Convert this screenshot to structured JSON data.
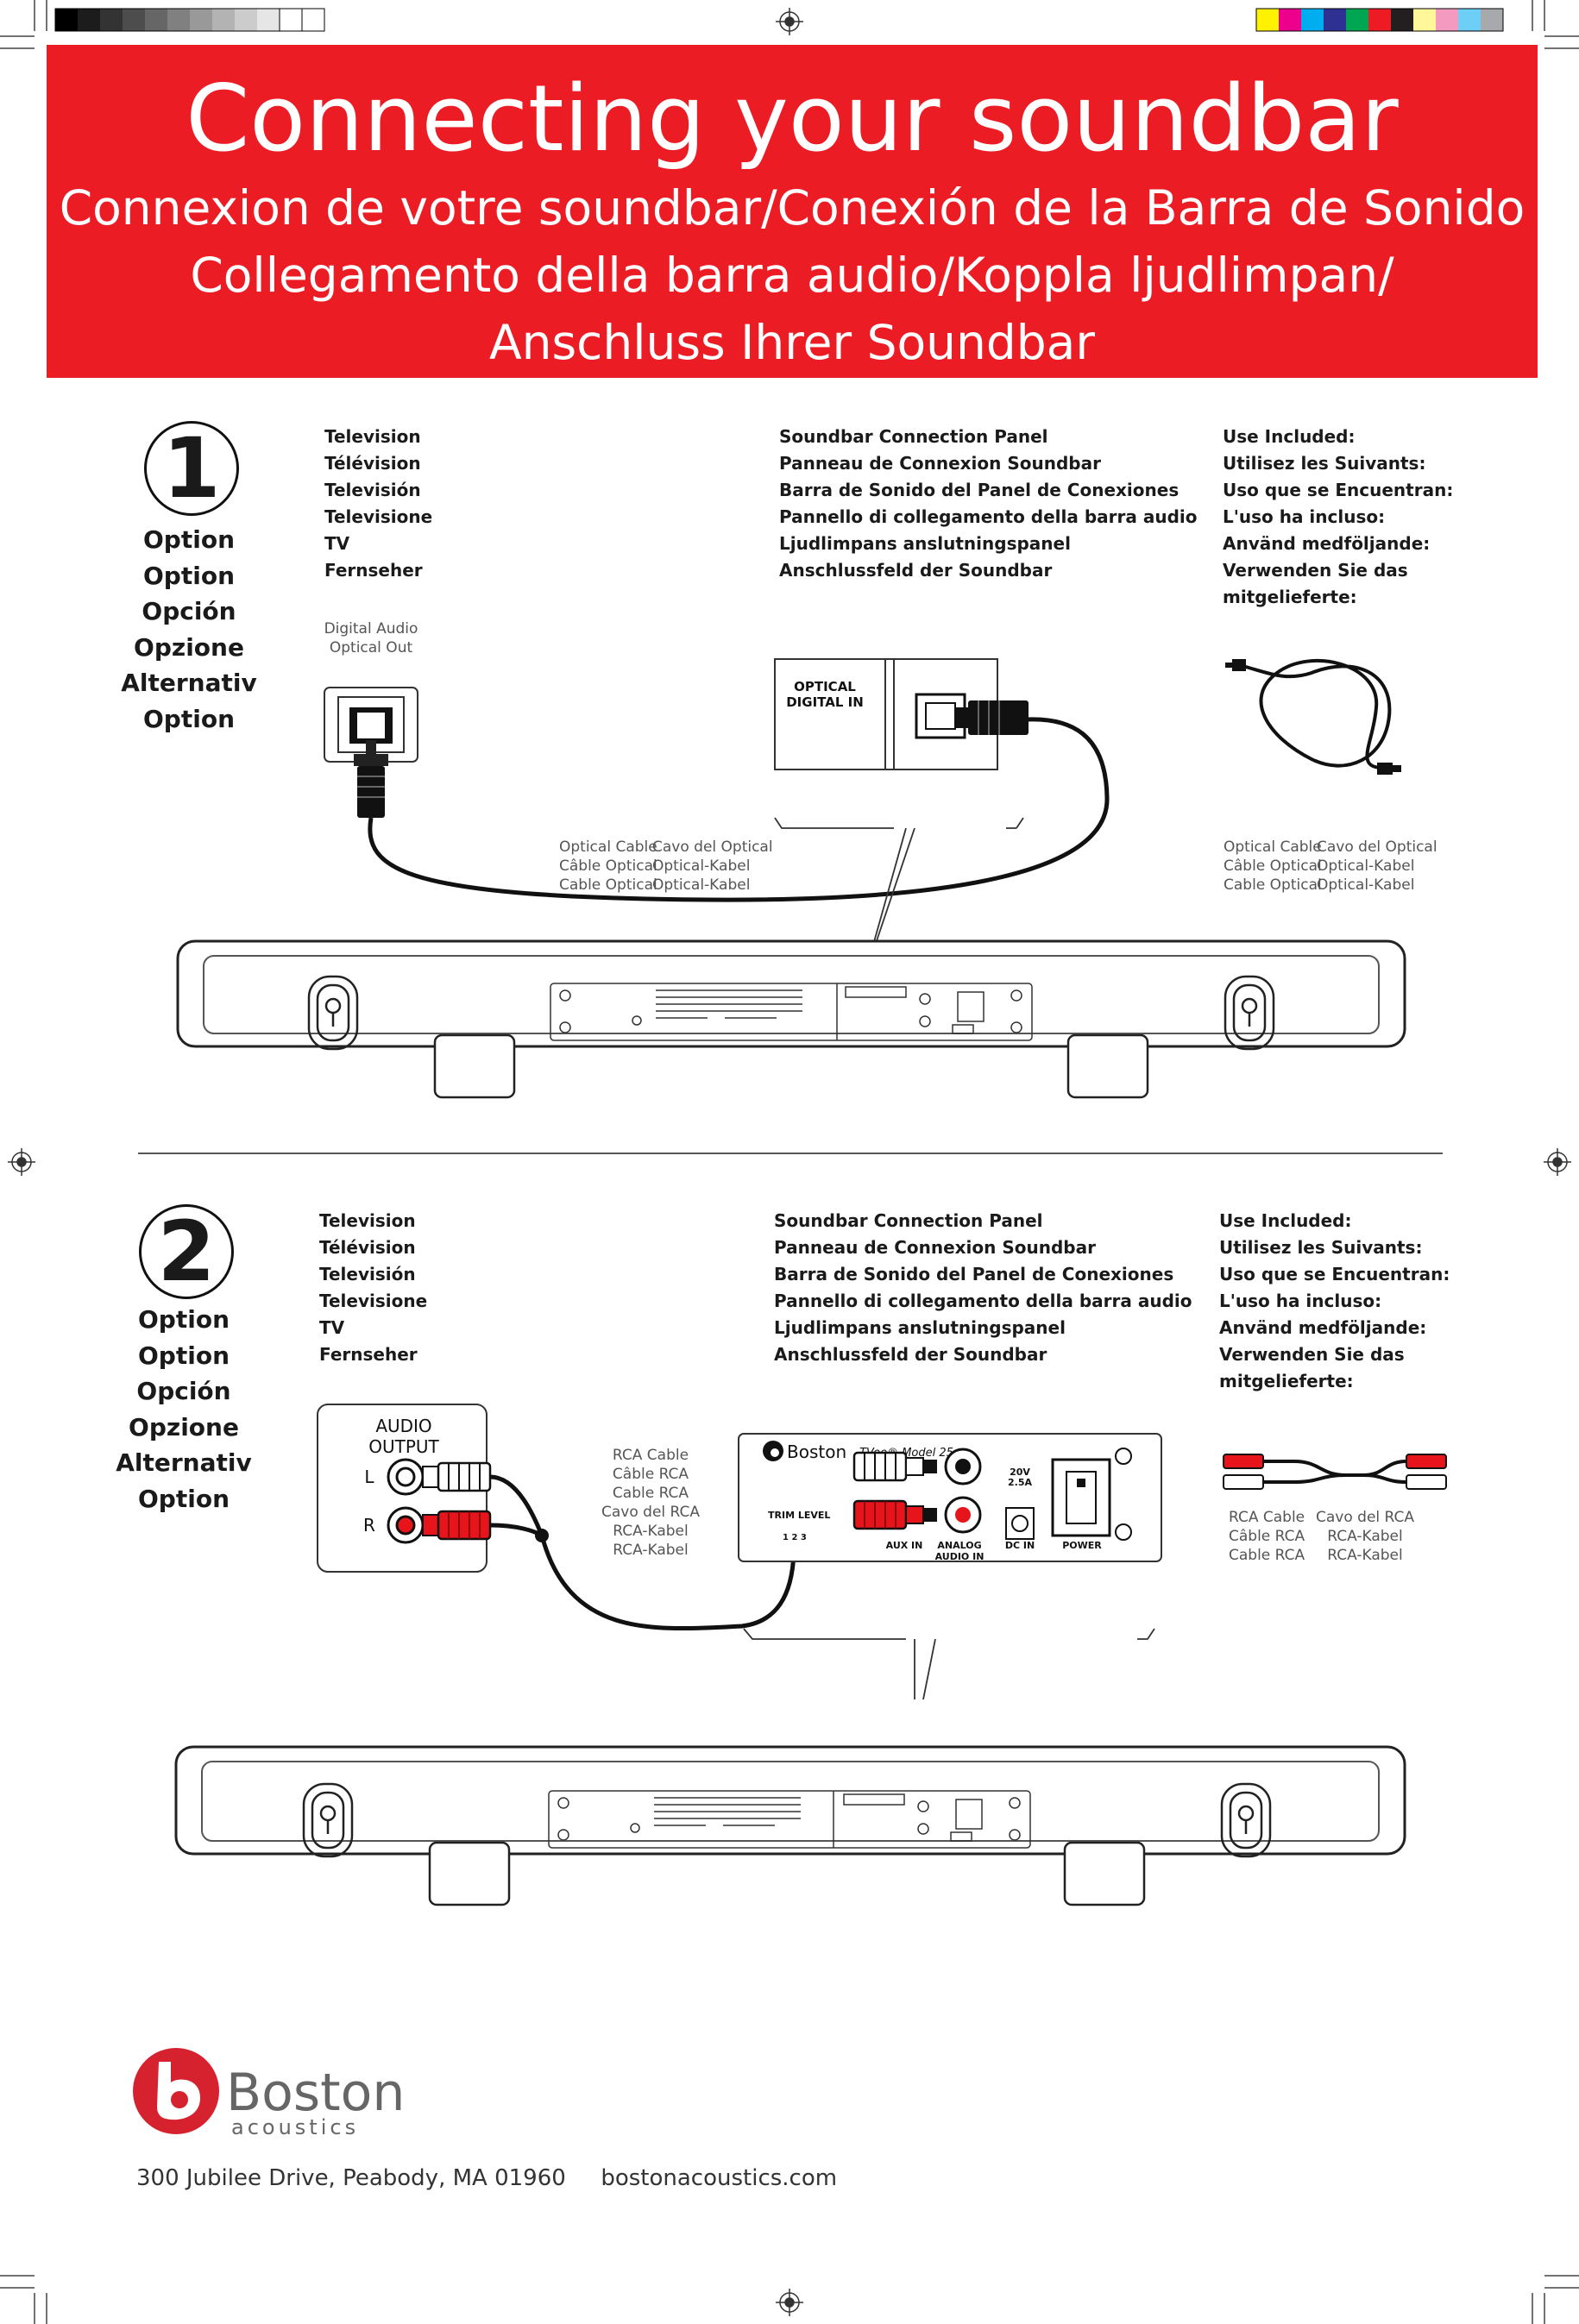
{
  "colors": {
    "banner_red": "#ec1c24",
    "rca_red": "#e8141c"
  },
  "title": "Connecting your soundbar",
  "subtitles": [
    "Connexion de votre soundbar/Conexión de la Barra de Sonido",
    "Collegamento della barra audio/Koppla ljudlimpan/",
    "Anschluss Ihrer Soundbar"
  ],
  "section1": {
    "number": "1",
    "option_labels": [
      "Option",
      "Option",
      "Opción",
      "Opzione",
      "Alternativ",
      "Option"
    ],
    "tv_labels": [
      "Television",
      "Télévision",
      "Televisión",
      "Televisione",
      "TV",
      "Fernseher"
    ],
    "panel_labels": [
      "Soundbar Connection Panel",
      "Panneau de Connexion Soundbar",
      "Barra de Sonido del Panel de Conexiones",
      "Pannello di collegamento della barra audio",
      "Ljudlimpans anslutningspanel",
      "Anschlussfeld der Soundbar"
    ],
    "included_labels": [
      "Use Included:",
      "Utilisez les Suivants:",
      "Uso que se Encuentran:",
      "L'uso ha incluso:",
      "Använd medföljande:",
      "Verwenden Sie das",
      "mitgelieferte:"
    ],
    "tv_port_label": [
      "Digital Audio",
      "Optical Out"
    ],
    "panel_port_label": [
      "OPTICAL",
      "DIGITAL IN"
    ],
    "cable_col1": [
      "Optical Cable",
      "Câble Optical",
      "Cable Optical"
    ],
    "cable_col2": [
      "Cavo del Optical",
      "Optical-Kabel",
      "Optical-Kabel"
    ]
  },
  "section2": {
    "number": "2",
    "option_labels": [
      "Option",
      "Option",
      "Opción",
      "Opzione",
      "Alternativ",
      "Option"
    ],
    "tv_labels": [
      "Television",
      "Télévision",
      "Televisión",
      "Televisione",
      "TV",
      "Fernseher"
    ],
    "panel_labels": [
      "Soundbar Connection Panel",
      "Panneau de Connexion Soundbar",
      "Barra de Sonido del Panel de Conexiones",
      "Pannello di collegamento della barra audio",
      "Ljudlimpans anslutningspanel",
      "Anschlussfeld der Soundbar"
    ],
    "included_labels": [
      "Use Included:",
      "Utilisez les Suivants:",
      "Uso que se Encuentran:",
      "L'uso ha incluso:",
      "Använd medföljande:",
      "Verwenden Sie das",
      "mitgelieferte:"
    ],
    "audio_output": [
      "AUDIO",
      "OUTPUT"
    ],
    "left": "L",
    "right": "R",
    "rca_mid": [
      "RCA Cable",
      "Câble RCA",
      "Cable RCA",
      "Cavo del RCA",
      "RCA-Kabel",
      "RCA-Kabel"
    ],
    "rca_col1": [
      "RCA Cable",
      "Câble RCA",
      "Cable RCA"
    ],
    "rca_col2": [
      "Cavo del RCA",
      "RCA-Kabel",
      "RCA-Kabel"
    ],
    "panel": {
      "brand": "Boston",
      "model": "TVee® Model 25",
      "trim": "TRIM LEVEL",
      "trim_scale": "1 2 3",
      "aux_in": "AUX IN",
      "analog": [
        "ANALOG",
        "AUDIO IN"
      ],
      "dc_in": "DC IN",
      "power": "POWER",
      "volt": [
        "20V",
        "2.5A"
      ]
    }
  },
  "logo": {
    "brand": "Boston",
    "sub": "acoustics"
  },
  "footer": {
    "address": "300 Jubilee Drive, Peabody, MA 01960",
    "website": "bostonacoustics.com"
  }
}
